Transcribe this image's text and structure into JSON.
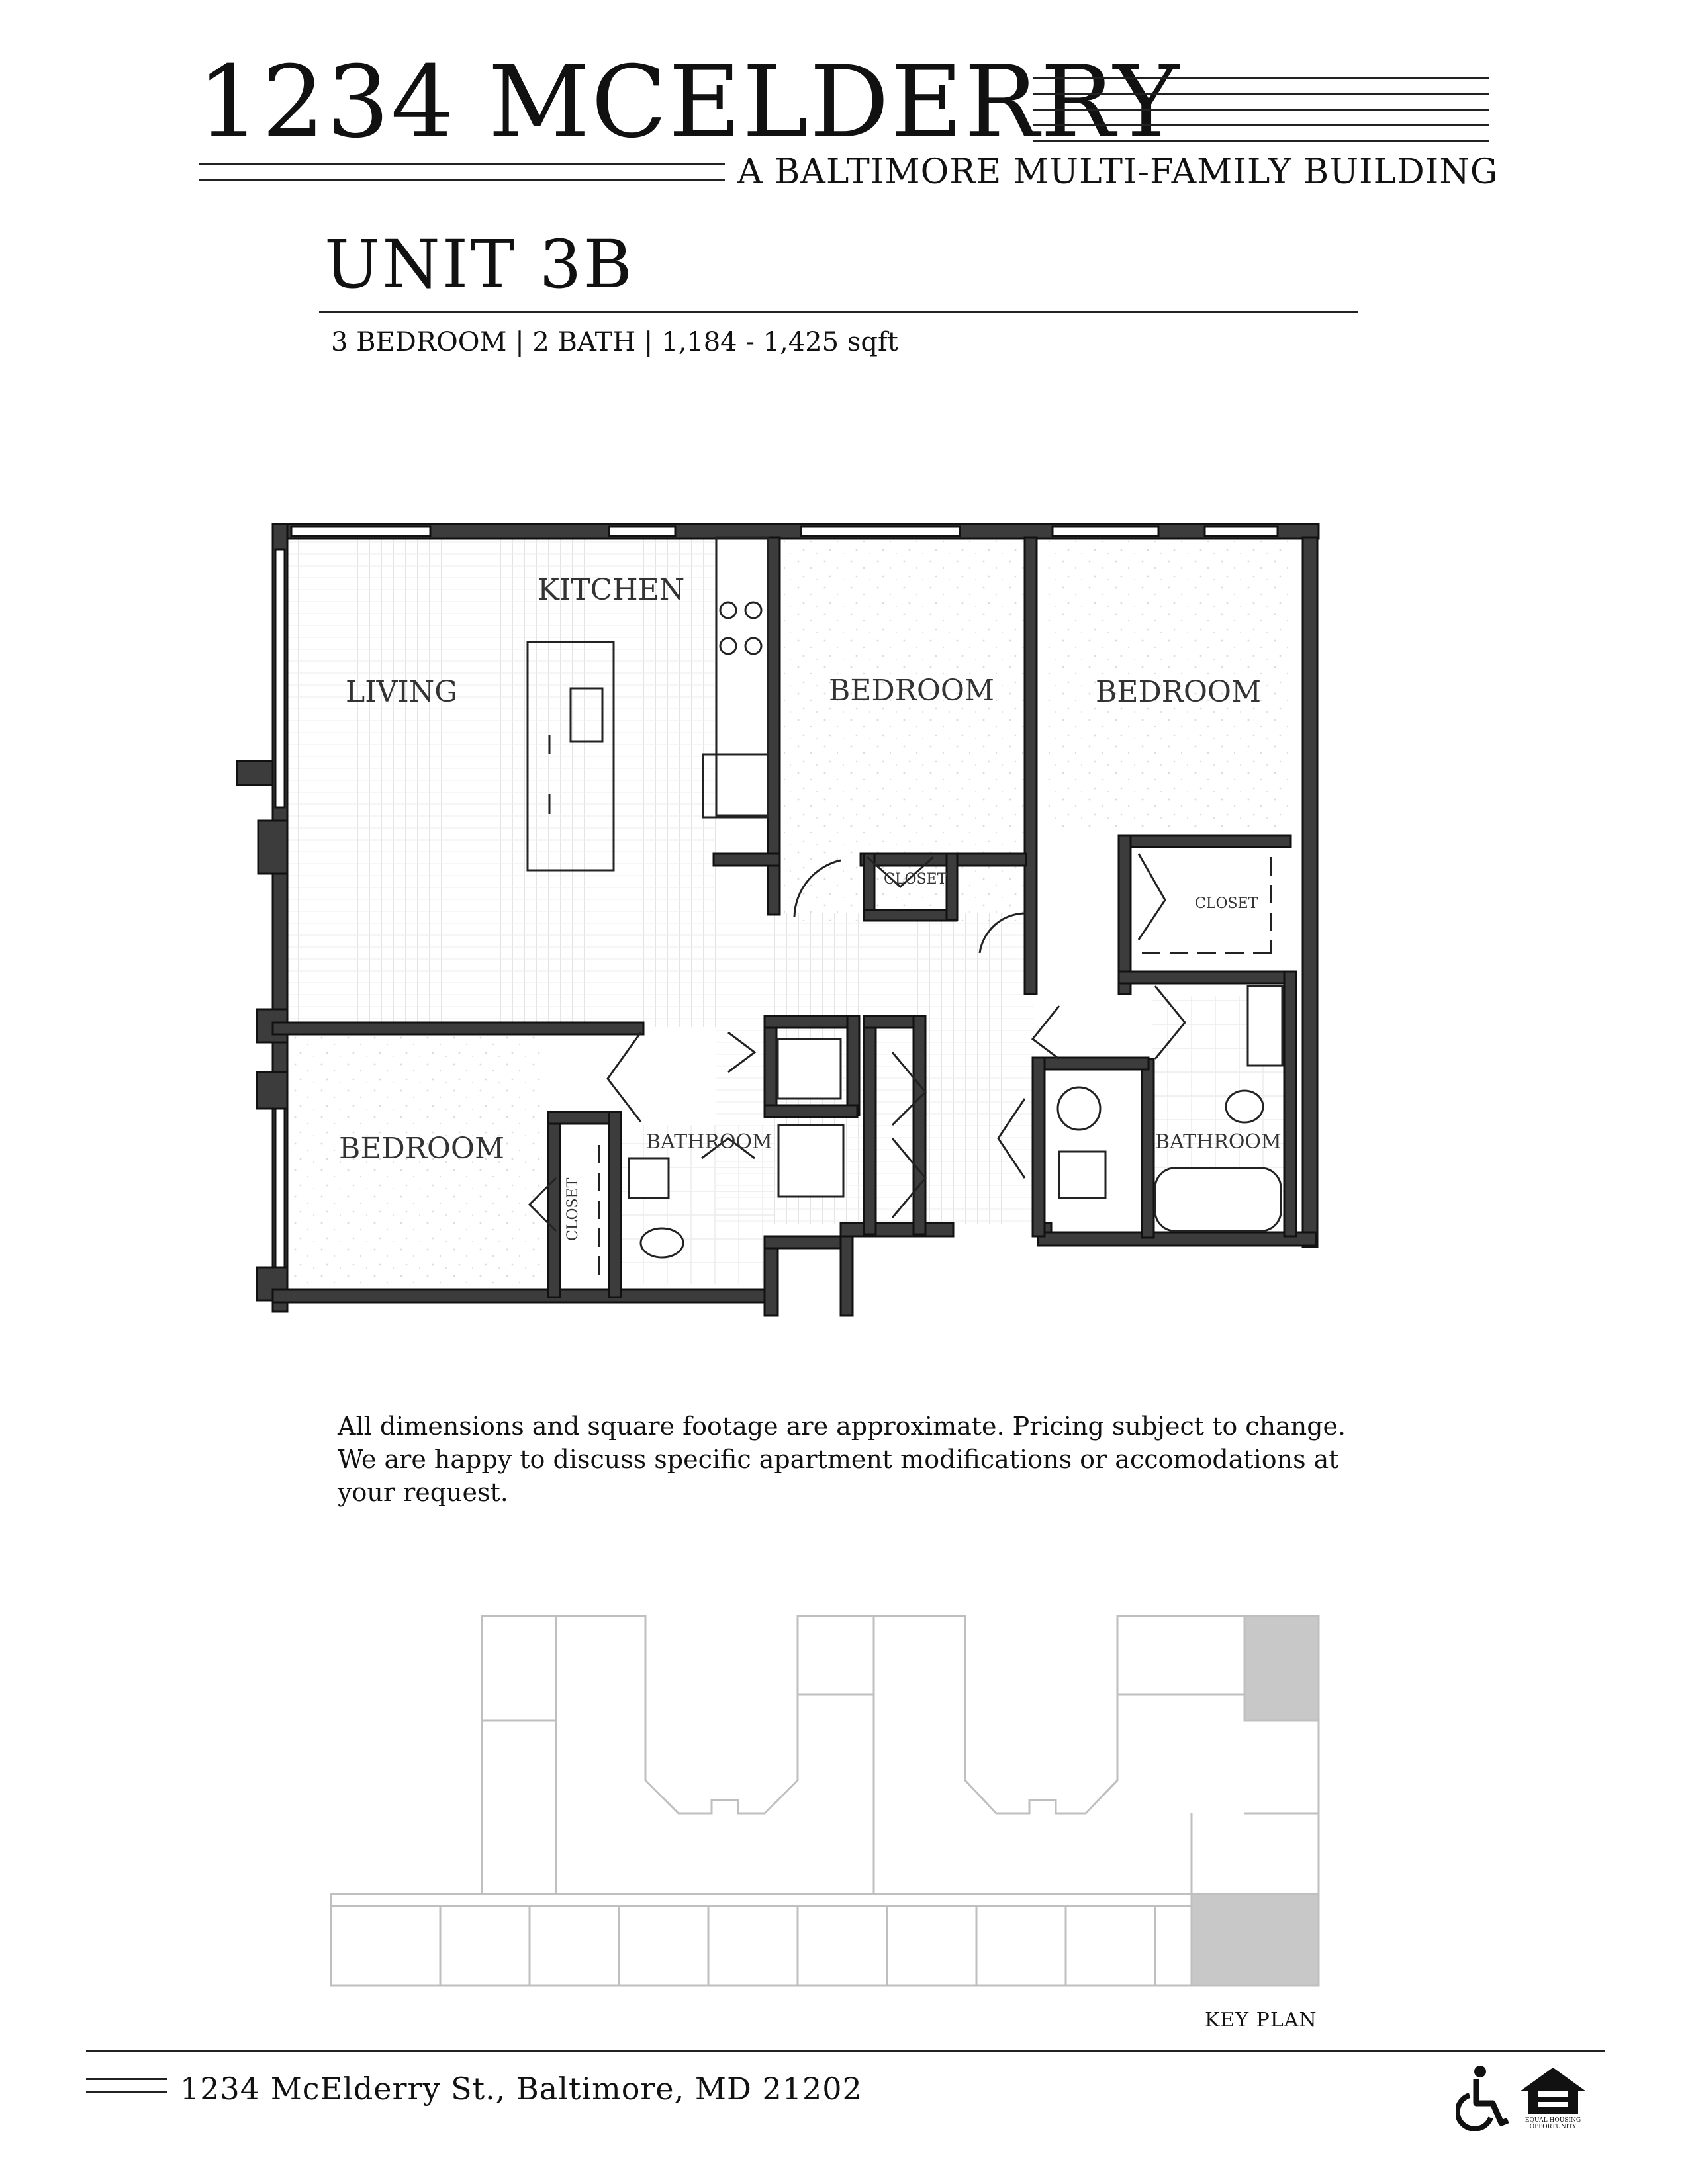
{
  "header": {
    "building_name": "1234 MCELDERRY",
    "tagline": "A BALTIMORE MULTI-FAMILY BUILDING"
  },
  "unit": {
    "title": "UNIT 3B",
    "specs": "3 BEDROOM | 2 BATH | 1,184 - 1,425 sqft"
  },
  "floor_plan": {
    "room_labels": {
      "kitchen": "KITCHEN",
      "living": "LIVING",
      "bedroom_1": "BEDROOM",
      "bedroom_2": "BEDROOM",
      "bedroom_3": "BEDROOM",
      "closet_1": "CLOSET",
      "closet_2": "CLOSET",
      "closet_3": "CLOSET",
      "bathroom_1": "BATHROOM",
      "bathroom_2": "BATHROOM"
    }
  },
  "disclaimer": "All dimensions and square footage are approximate. Pricing subject to change. We are happy to discuss specific apartment modifications or accomodations at your request.",
  "key_plan": {
    "label": "KEY PLAN",
    "highlight_color": "#c8c8c8"
  },
  "footer": {
    "address": "1234 McElderry St., Baltimore, MD 21202",
    "icons": [
      "accessibility-icon",
      "equal-housing-icon"
    ],
    "eho_text_line1": "EQUAL HOUSING",
    "eho_text_line2": "OPPORTUNITY"
  },
  "colors": {
    "wall": "#3c3c3c",
    "wall_outline": "#111111",
    "floor_hatch": "#e6e6e6",
    "key_outline": "#bfbfbf"
  }
}
